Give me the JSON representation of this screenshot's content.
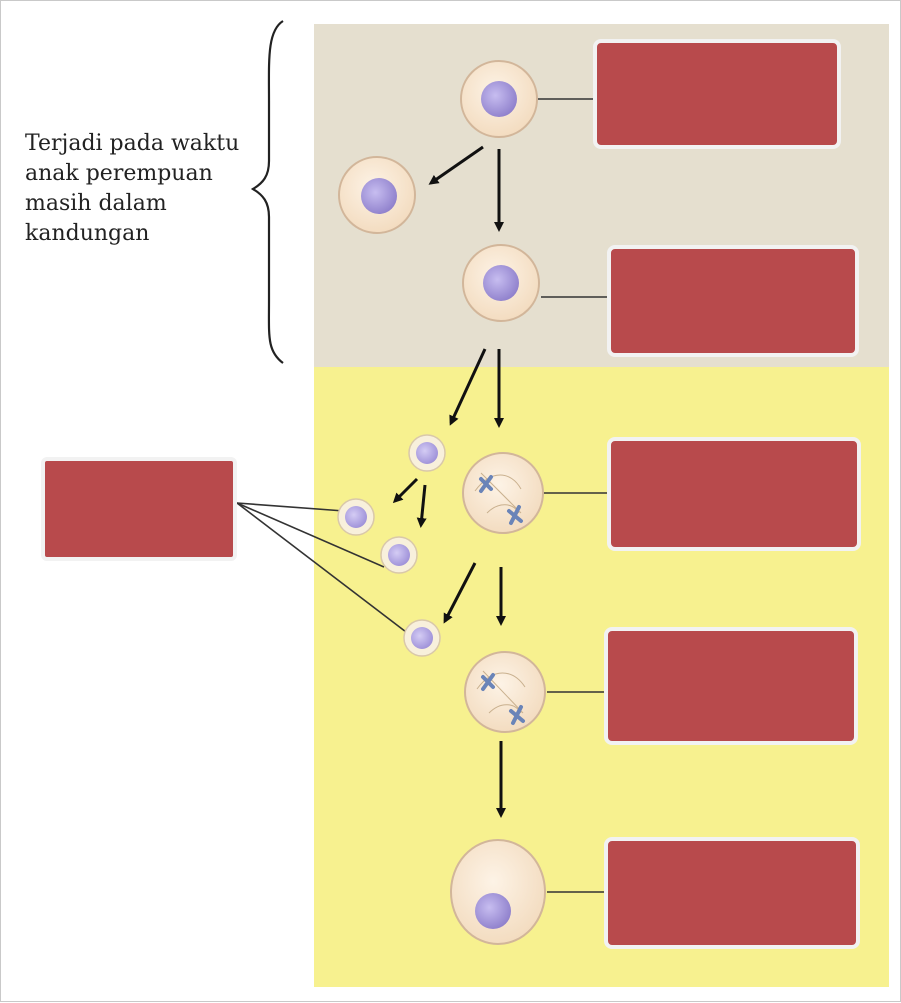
{
  "note": {
    "lines": [
      "Terjadi pada waktu",
      "anak perempuan",
      "masih dalam",
      "kandungan"
    ]
  },
  "colors": {
    "upper_band": "#e5dfcf",
    "lower_band": "#f7f18f",
    "label_box": "#b84a4c",
    "label_box_border": "#f2f2f2",
    "cell_fill": "#fae9d4",
    "cell_border": "#d2b69a",
    "nucleus": "#a89ad8",
    "polar_body": "#b5a7e3",
    "chromosome": "#6a84b8",
    "arrow": "#111111"
  },
  "label_boxes": [
    {
      "id": "label-box-oogonium",
      "text": ""
    },
    {
      "id": "label-box-primary-oocyte",
      "text": ""
    },
    {
      "id": "label-box-secondary-oocyte",
      "text": ""
    },
    {
      "id": "label-box-ootid",
      "text": ""
    },
    {
      "id": "label-box-ovum",
      "text": ""
    },
    {
      "id": "label-box-polar-bodies",
      "text": ""
    }
  ]
}
